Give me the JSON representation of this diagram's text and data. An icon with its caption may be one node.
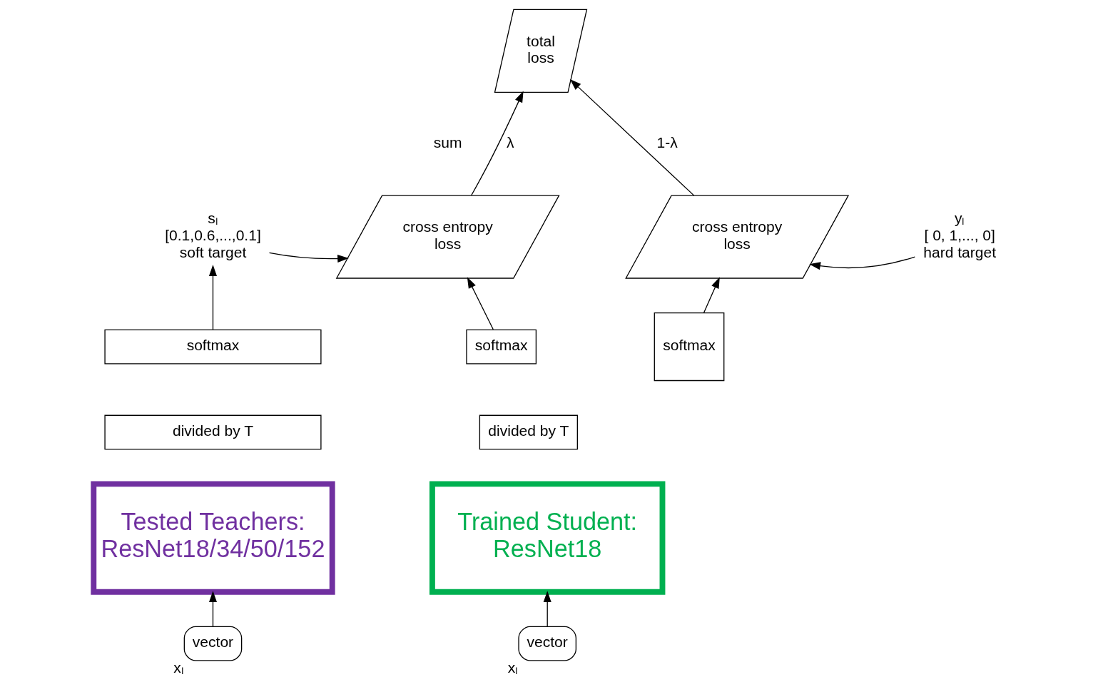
{
  "diagram": {
    "nodes": [
      {
        "text": [
          "total loss"
        ]
      },
      {
        "text": [
          "sₗ",
          "[0.1,0.6,...,0.1]",
          "soft target"
        ]
      },
      {
        "text": [
          "cross entropy loss"
        ]
      },
      {
        "text": [
          "cross entropy loss"
        ]
      },
      {
        "text": [
          "yₗ",
          "[ 0, 1,..., 0]",
          "hard target"
        ]
      },
      {
        "text": [
          "softmax"
        ]
      },
      {
        "text": [
          "divided by T"
        ]
      },
      {
        "text": [
          "softmax"
        ]
      },
      {
        "text": [
          "divided by T"
        ]
      },
      {
        "text": [
          "softmax"
        ]
      },
      {
        "text": [
          "Tested Teachers: ResNet18/34/50/152"
        ]
      },
      {
        "text": [
          "Trained Student: ResNet18"
        ]
      },
      {
        "text": [
          "vector"
        ],
        "beside": [
          "xₗ"
        ]
      },
      {
        "text": [
          "vector"
        ],
        "beside": [
          "xₗ"
        ]
      }
    ],
    "edges": [
      {
        "from": 12,
        "to": 10,
        "arrow": "to"
      },
      {
        "from": 13,
        "to": 11,
        "arrow": "to"
      },
      {
        "from": 5,
        "to": 1,
        "arrow": "to"
      },
      {
        "from": 1,
        "to": 2,
        "arrow": "to"
      },
      {
        "from": 4,
        "to": 3,
        "arrow": "to"
      },
      {
        "from": 7,
        "to": 2,
        "arrow": "to"
      },
      {
        "from": 9,
        "to": 3,
        "arrow": "to"
      },
      {
        "from": 2,
        "to": 0,
        "arrow": "to",
        "label": "λ"
      },
      {
        "from": 3,
        "to": 0,
        "arrow": "to",
        "label": "1-λ"
      }
    ],
    "labels": [
      "sum"
    ]
  }
}
